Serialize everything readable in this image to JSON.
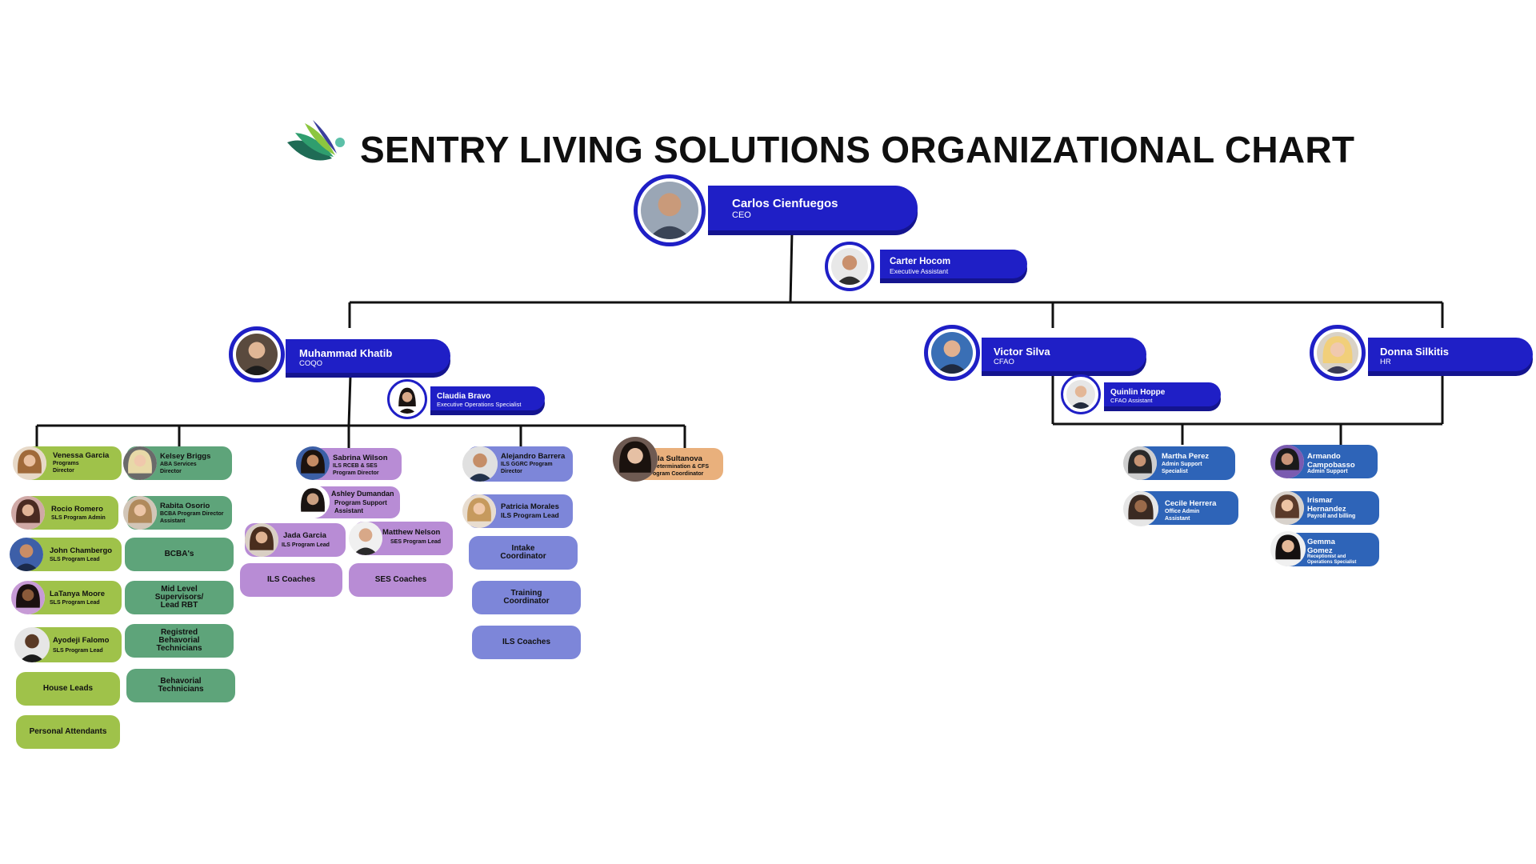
{
  "title": "SENTRY LIVING SOLUTIONS ORGANIZATIONAL CHART",
  "logo_icon": "leaf-logo-icon",
  "colors": {
    "navy": "#1f1fc6",
    "green_light": "#9fc24a",
    "green_dark": "#5ea47a",
    "lavender": "#b88cd5",
    "periwinkle": "#7d86d9",
    "blue": "#2e64b8",
    "peach": "#e9b07c"
  },
  "ceo": {
    "name": "Carlos Cienfuegos",
    "role": "CEO"
  },
  "exec_assistant": {
    "name": "Carter Hocom",
    "role": "Executive Assistant"
  },
  "coo": {
    "name": "Muhammad Khatib",
    "role": "COQO"
  },
  "coo_assistant": {
    "name": "Claudia Bravo",
    "role": "Executive Operations Specialist"
  },
  "cfo": {
    "name": "Victor Silva",
    "role": "CFAO"
  },
  "cfo_assistant": {
    "name": "Quinlin Hoppe",
    "role": "CFAO Assistant"
  },
  "hr": {
    "name": "Donna Silkitis",
    "role": "HR"
  },
  "sls": {
    "people": [
      {
        "name": "Venessa Garcia",
        "role": "Programs Director"
      },
      {
        "name": "Rocio Romero",
        "role": "SLS Program Admin"
      },
      {
        "name": "John Chambergo",
        "role": "SLS Program Lead"
      },
      {
        "name": "LaTanya Moore",
        "role": "SLS Program Lead"
      },
      {
        "name": "Ayodeji Falomo",
        "role": "SLS Program Lead"
      }
    ],
    "groups": [
      "House Leads",
      "Personal Attendants"
    ]
  },
  "aba": {
    "people": [
      {
        "name": "Kelsey Briggs",
        "role": "ABA Services Director"
      },
      {
        "name": "Rabita Osorio",
        "role": "BCBA Program Director Assistant"
      }
    ],
    "groups": [
      "BCBA's",
      "Mid Level Supervisors/ Lead RBT",
      "Registred Behavorial Technicians",
      "Behavorial Technicians"
    ]
  },
  "ils_ses": {
    "director": {
      "name": "Sabrina Wilson",
      "role": "ILS RCEB & SES Program Director"
    },
    "assistant": {
      "name": "Ashley Dumandan",
      "role": "Program Support Assistant"
    },
    "leads": [
      {
        "name": "Jada Garcia",
        "role": "ILS Program Lead"
      },
      {
        "name": "Matthew Nelson",
        "role": "SES Program Lead"
      }
    ],
    "groups": [
      "ILS Coaches",
      "SES Coaches"
    ]
  },
  "ggrc": {
    "director": {
      "name": "Alejandro Barrera",
      "role": "ILS GGRC Program Director"
    },
    "lead": {
      "name": "Patricia Morales",
      "role": "ILS Program Lead"
    },
    "groups": [
      "Intake Coordinator",
      "Training Coordinator",
      "ILS Coaches"
    ]
  },
  "sd": {
    "name": "la Sultanova",
    "role": "Determination & CFS ogram Coordinator"
  },
  "finance": [
    {
      "name": "Martha Perez",
      "role": "Admin Support Specialist"
    },
    {
      "name": "Cecile Herrera",
      "role": "Office Admin Assistant"
    }
  ],
  "hr_team": [
    {
      "name": "Armando Campobasso",
      "role": "Admin Support"
    },
    {
      "name": "Irismar Hernandez",
      "role": "Payroll and billing"
    },
    {
      "name": "Gemma Gomez",
      "role": "Receptionist and Operations Specialist"
    }
  ]
}
